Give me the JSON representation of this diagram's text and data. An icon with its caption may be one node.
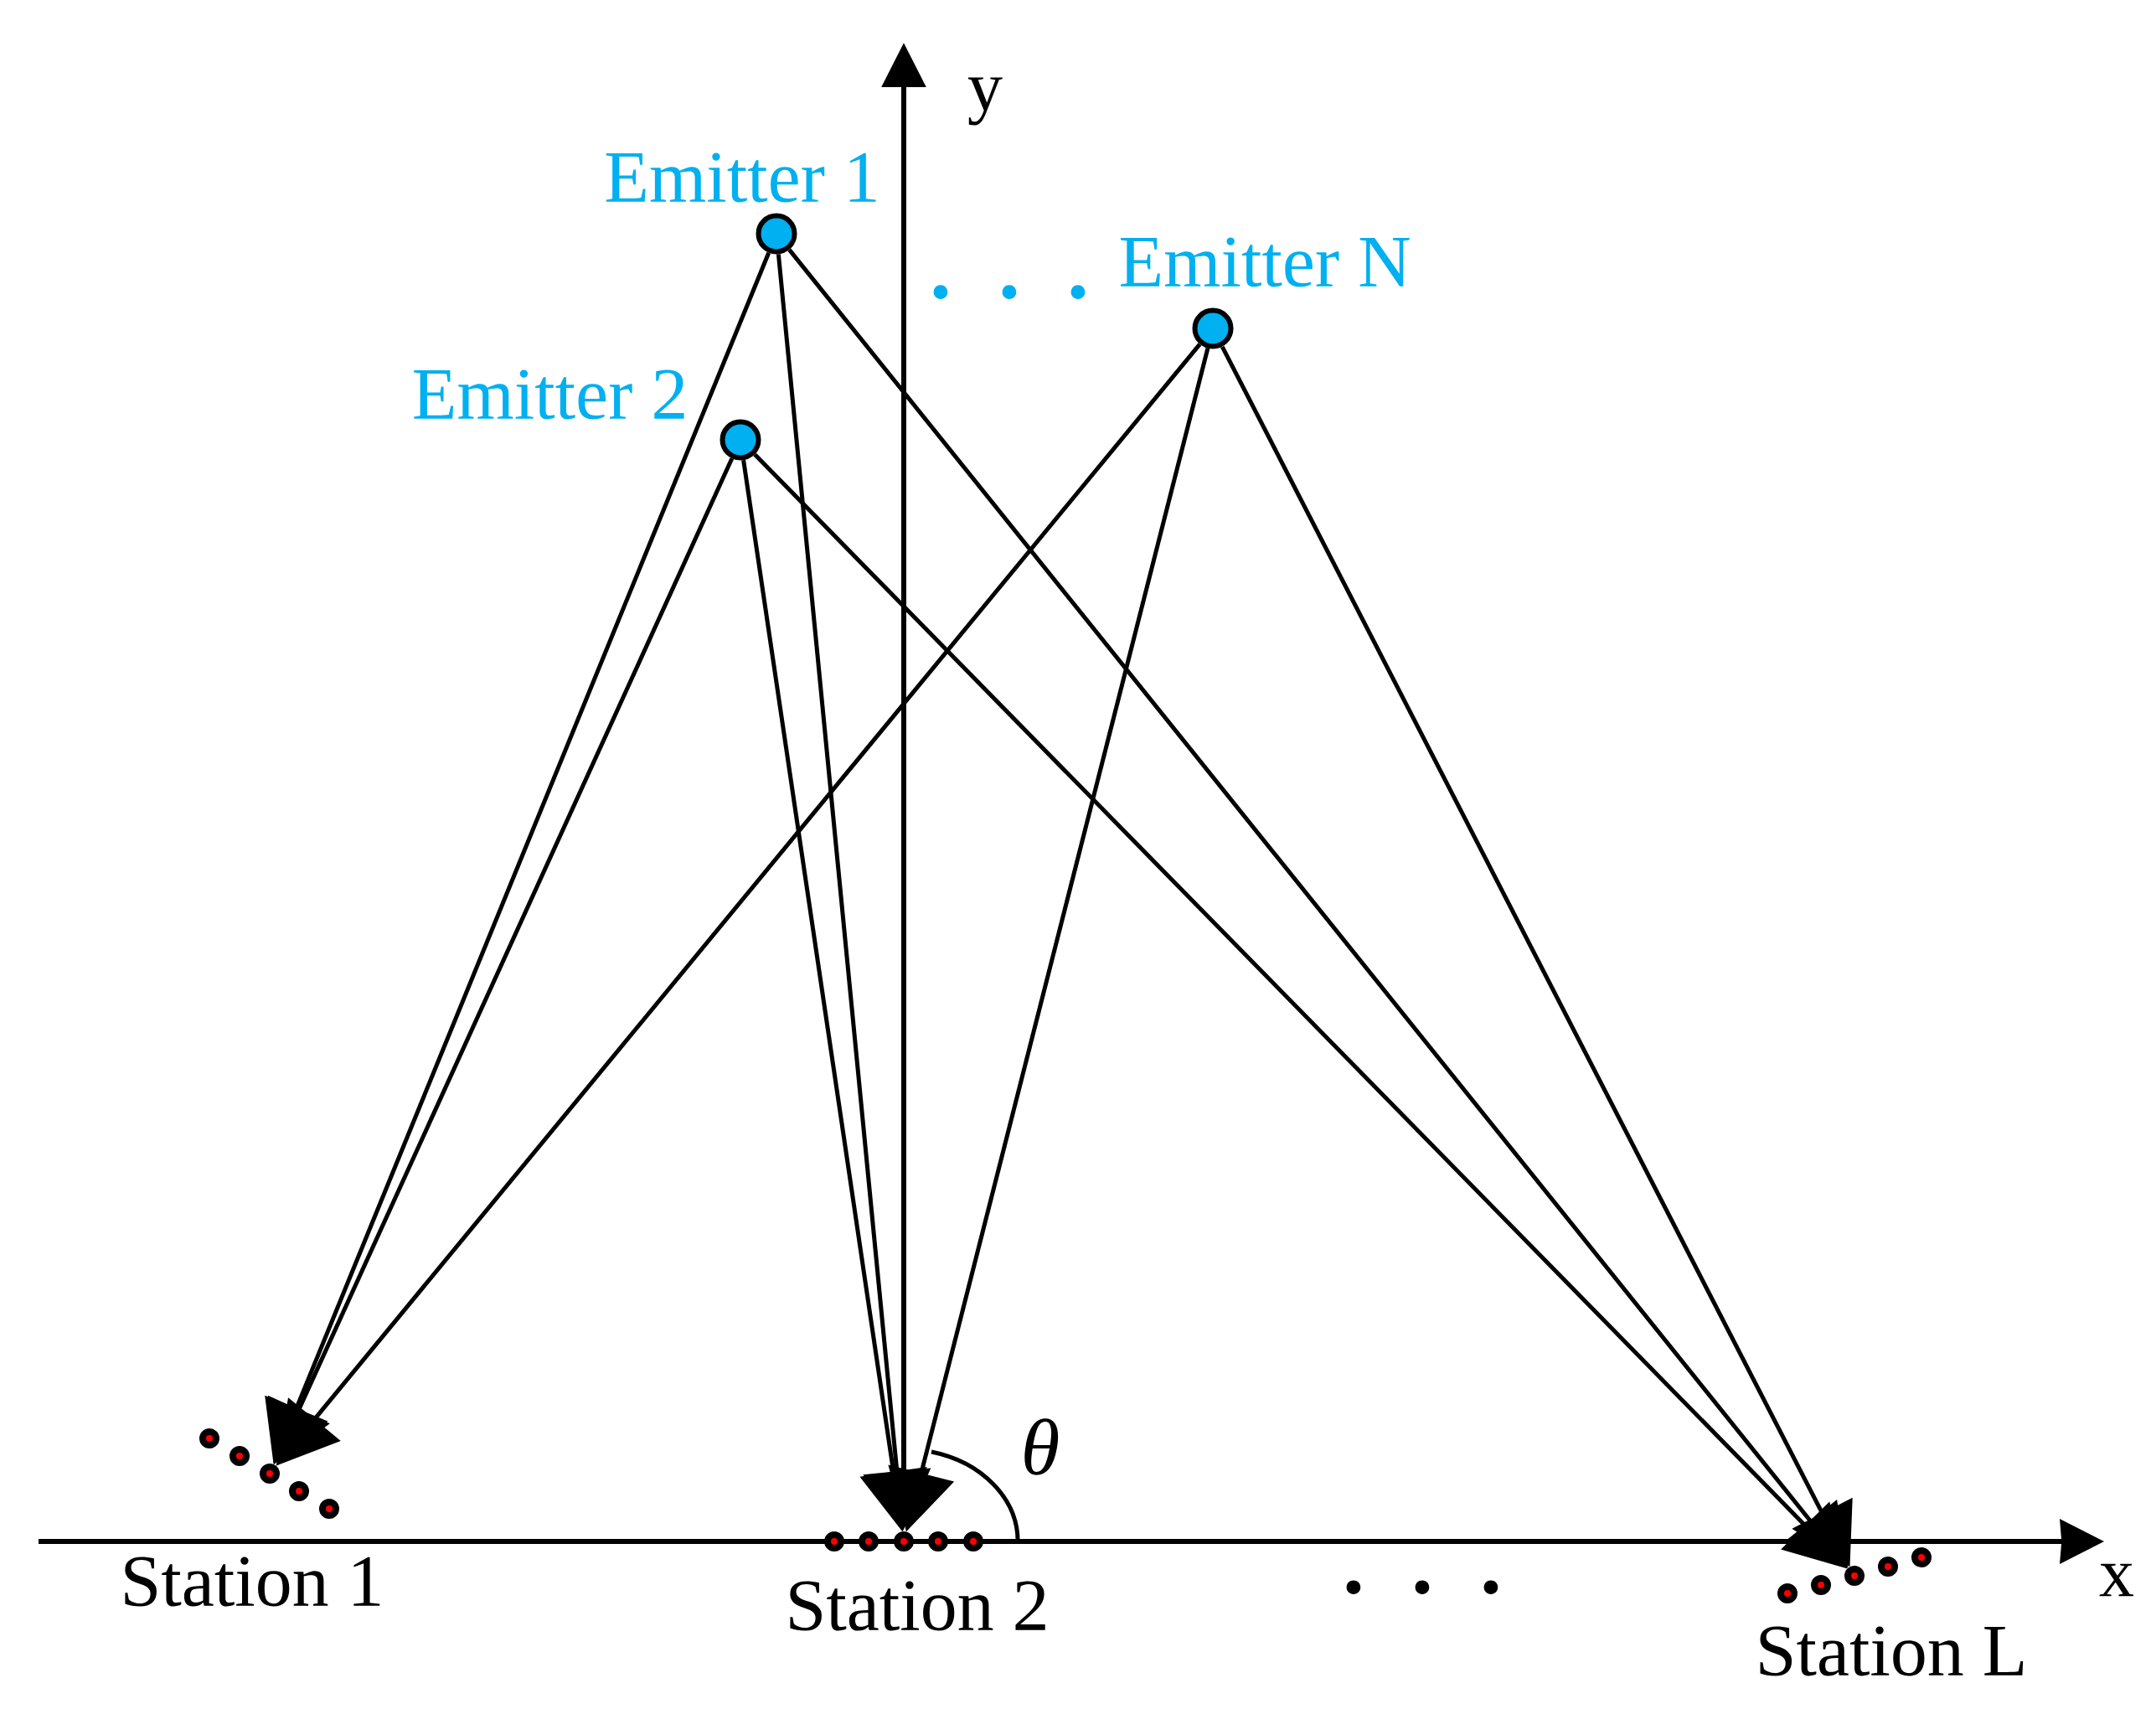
{
  "diagram": {
    "nodes": [
      {
        "text": [
          "Emitter 1"
        ]
      },
      {
        "text": [
          "Emitter 2"
        ]
      },
      {
        "text": [
          "Emitter N"
        ]
      },
      {
        "text": [
          "Station 1"
        ]
      },
      {
        "text": [
          "Station 2"
        ]
      },
      {
        "text": [
          "Station L"
        ]
      }
    ],
    "edges": [
      {
        "from": 0,
        "to": 3,
        "arrow": "to"
      },
      {
        "from": 0,
        "to": 4,
        "arrow": "to"
      },
      {
        "from": 0,
        "to": 5,
        "arrow": "to"
      },
      {
        "from": 1,
        "to": 3,
        "arrow": "to"
      },
      {
        "from": 1,
        "to": 4,
        "arrow": "to"
      },
      {
        "from": 1,
        "to": 5,
        "arrow": "to"
      },
      {
        "from": 2,
        "to": 3,
        "arrow": "to"
      },
      {
        "from": 2,
        "to": 4,
        "arrow": "to"
      },
      {
        "from": 2,
        "to": 5,
        "arrow": "to"
      }
    ],
    "labels": [
      "y",
      ". . .",
      "θ",
      "x",
      ". . ."
    ]
  }
}
